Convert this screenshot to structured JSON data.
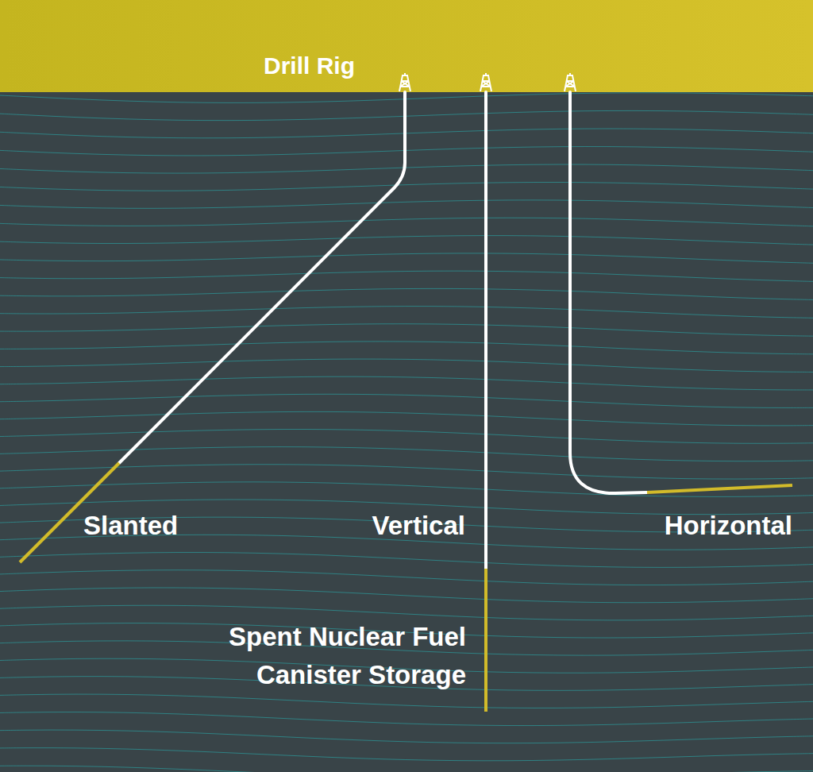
{
  "diagram": {
    "labels": [
      "Drill Rig",
      "Slanted",
      "Vertical",
      "Horizontal",
      "Spent Nuclear Fuel Canister Storage"
    ]
  }
}
